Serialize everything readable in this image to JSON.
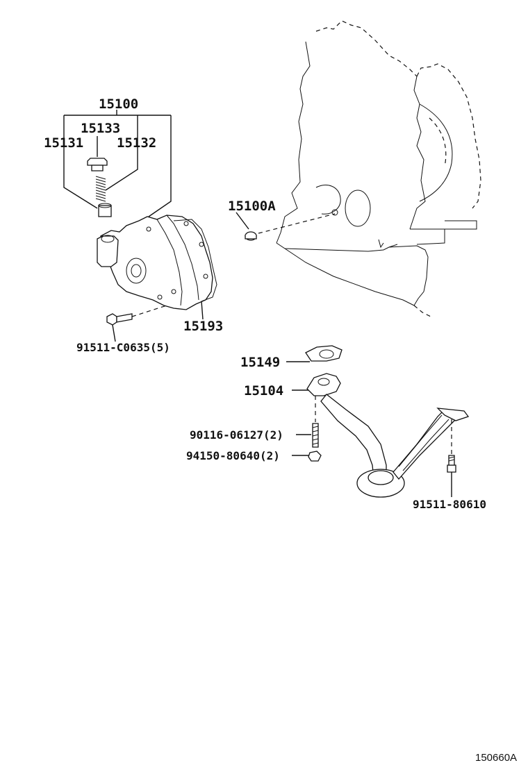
{
  "figure_id": "150660A",
  "parts": {
    "p15100": "15100",
    "p15133": "15133",
    "p15131": "15131",
    "p15132": "15132",
    "p15100A": "15100A",
    "p15193": "15193",
    "p91511_C0635": "91511-C0635(5)",
    "p15149": "15149",
    "p15104": "15104",
    "p90116_06127": "90116-06127(2)",
    "p94150_80640": "94150-80640(2)",
    "p91511_80610": "91511-80610"
  }
}
